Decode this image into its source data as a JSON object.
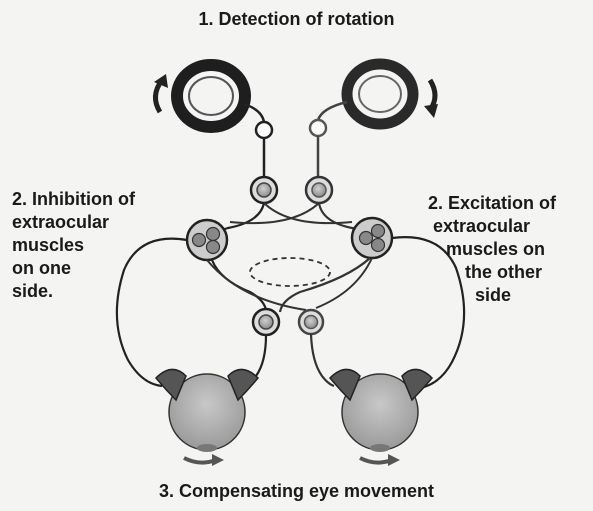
{
  "diagram": {
    "title_top": "1. Detection of rotation",
    "left_label": [
      "2. Inhibition of",
      "extraocular",
      "muscles",
      "on one",
      "side."
    ],
    "right_label": [
      "2. Excitation of",
      "extraocular",
      "muscles on",
      "the other",
      "side"
    ],
    "title_bottom": "3. Compensating eye movement"
  }
}
